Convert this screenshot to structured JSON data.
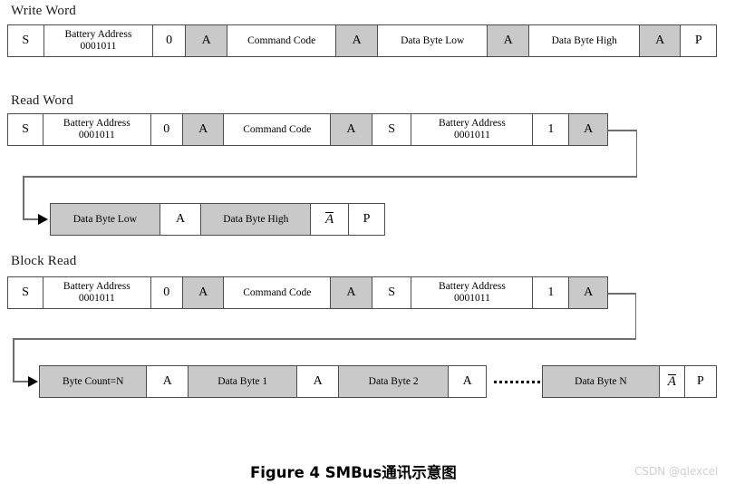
{
  "sections": [
    {
      "title": "Write Word",
      "rows": [
        {
          "name": "write-word-frame",
          "cells": [
            {
              "label": "S",
              "shaded": false,
              "style": "big"
            },
            {
              "label": "Battery Address",
              "label2": "0001011",
              "shaded": false
            },
            {
              "label": "0",
              "shaded": false,
              "style": "big"
            },
            {
              "label": "A",
              "shaded": true,
              "style": "big"
            },
            {
              "label": "Command Code",
              "shaded": false
            },
            {
              "label": "A",
              "shaded": true,
              "style": "big"
            },
            {
              "label": "Data Byte Low",
              "shaded": false
            },
            {
              "label": "A",
              "shaded": true,
              "style": "big"
            },
            {
              "label": "Data Byte High",
              "shaded": false
            },
            {
              "label": "A",
              "shaded": true,
              "style": "big"
            },
            {
              "label": "P",
              "shaded": false,
              "style": "big"
            }
          ]
        }
      ]
    },
    {
      "title": "Read Word",
      "rows": [
        {
          "name": "read-word-frame-top",
          "cells": [
            {
              "label": "S",
              "shaded": false,
              "style": "big"
            },
            {
              "label": "Battery Address",
              "label2": "0001011",
              "shaded": false
            },
            {
              "label": "0",
              "shaded": false,
              "style": "big"
            },
            {
              "label": "A",
              "shaded": true,
              "style": "big"
            },
            {
              "label": "Command Code",
              "shaded": false
            },
            {
              "label": "A",
              "shaded": true,
              "style": "big"
            },
            {
              "label": "S",
              "shaded": false,
              "style": "big"
            },
            {
              "label": "Battery Address",
              "label2": "0001011",
              "shaded": false
            },
            {
              "label": "1",
              "shaded": false,
              "style": "big"
            },
            {
              "label": "A",
              "shaded": true,
              "style": "big"
            }
          ]
        },
        {
          "name": "read-word-frame-bottom",
          "cells": [
            {
              "label": "Data Byte Low",
              "shaded": true
            },
            {
              "label": "A",
              "shaded": false,
              "style": "big"
            },
            {
              "label": "Data Byte High",
              "shaded": true
            },
            {
              "label": "A",
              "shaded": false,
              "style": "nack"
            },
            {
              "label": "P",
              "shaded": false,
              "style": "big"
            }
          ]
        }
      ]
    },
    {
      "title": "Block Read",
      "rows": [
        {
          "name": "block-read-frame-top",
          "cells": [
            {
              "label": "S",
              "shaded": false,
              "style": "big"
            },
            {
              "label": "Battery Address",
              "label2": "0001011",
              "shaded": false
            },
            {
              "label": "0",
              "shaded": false,
              "style": "big"
            },
            {
              "label": "A",
              "shaded": true,
              "style": "big"
            },
            {
              "label": "Command Code",
              "shaded": false
            },
            {
              "label": "A",
              "shaded": true,
              "style": "big"
            },
            {
              "label": "S",
              "shaded": false,
              "style": "big"
            },
            {
              "label": "Battery Address",
              "label2": "0001011",
              "shaded": false
            },
            {
              "label": "1",
              "shaded": false,
              "style": "big"
            },
            {
              "label": "A",
              "shaded": true,
              "style": "big"
            }
          ]
        },
        {
          "name": "block-read-frame-bottom-left",
          "cells": [
            {
              "label": "Byte Count=N",
              "shaded": true
            },
            {
              "label": "A",
              "shaded": false,
              "style": "big"
            },
            {
              "label": "Data Byte 1",
              "shaded": true
            },
            {
              "label": "A",
              "shaded": false,
              "style": "big"
            },
            {
              "label": "Data Byte 2",
              "shaded": true
            },
            {
              "label": "A",
              "shaded": false,
              "style": "big"
            }
          ]
        },
        {
          "name": "block-read-frame-bottom-right",
          "cells": [
            {
              "label": "Data Byte N",
              "shaded": true
            },
            {
              "label": "A",
              "shaded": false,
              "style": "nack"
            },
            {
              "label": "P",
              "shaded": false,
              "style": "big"
            }
          ]
        }
      ]
    }
  ],
  "ellipsis": "...........",
  "caption": "Figure 4   SMBus通讯示意图",
  "watermark": "CSDN @qlexcel",
  "colors": {
    "shaded_cell": "#c9c9c9",
    "border": "#4d4d4d",
    "connector": "#6e6e6e",
    "watermark": "#d0d0d0"
  }
}
